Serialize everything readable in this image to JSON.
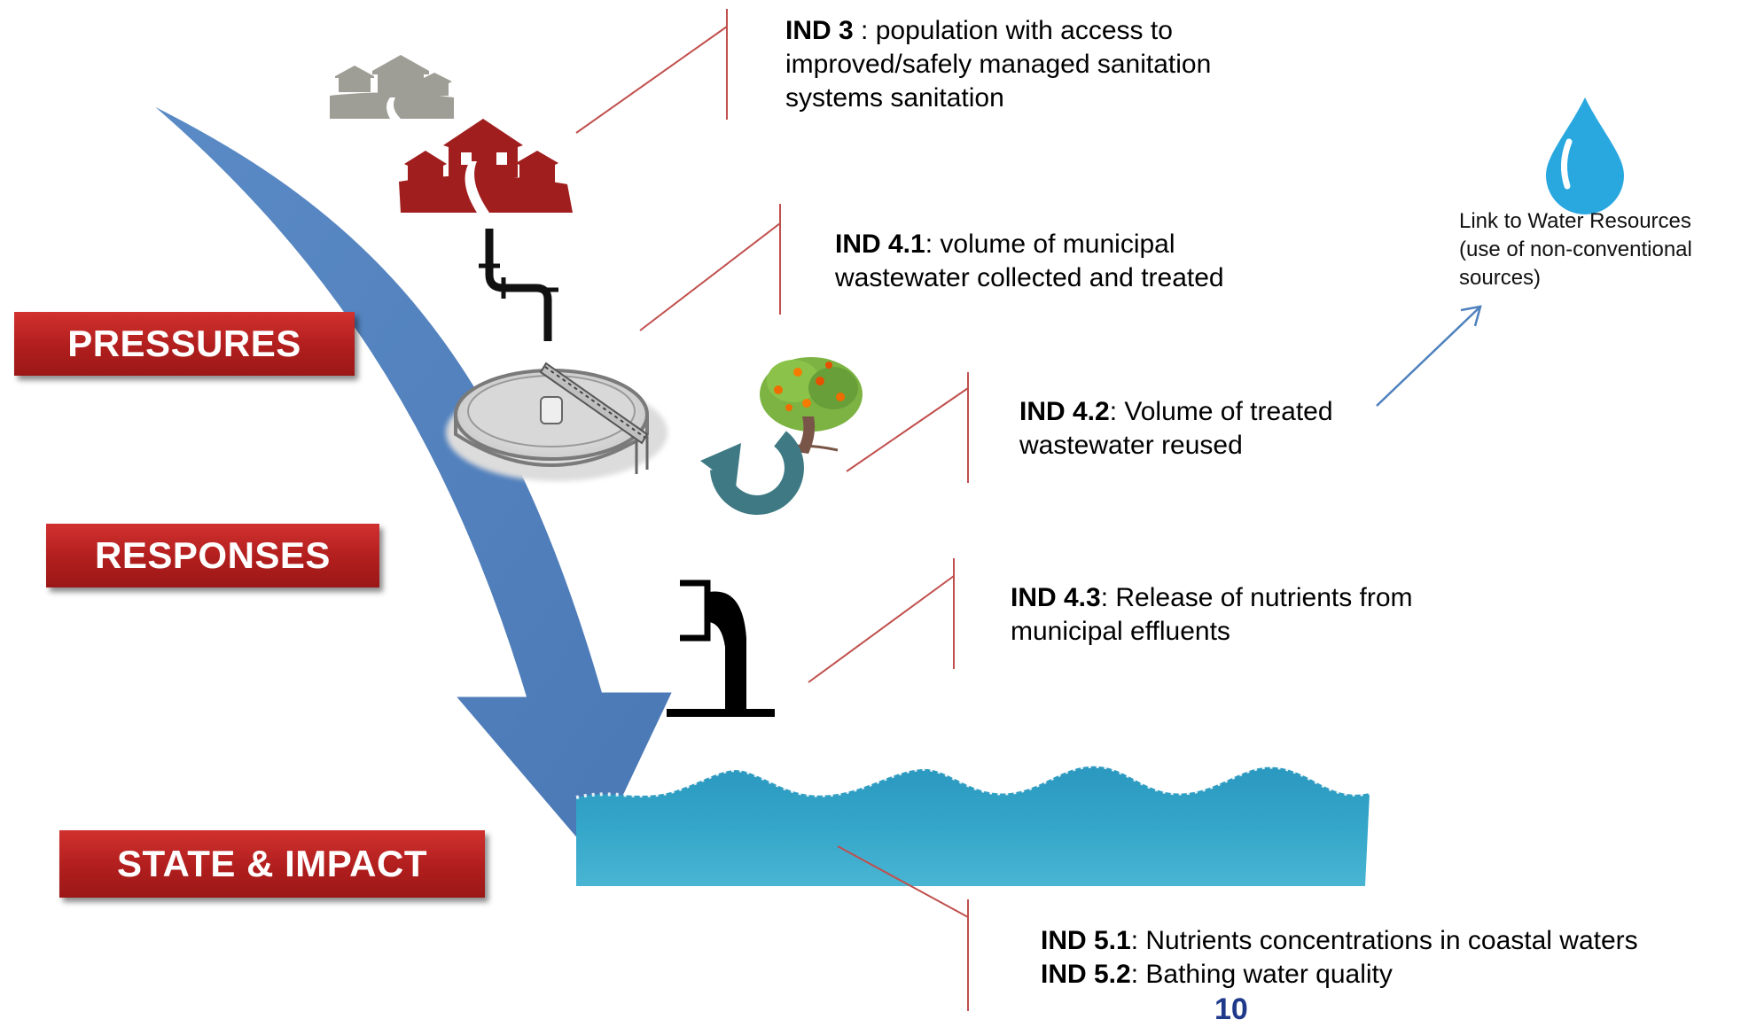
{
  "stages": {
    "pressures": "PRESSURES",
    "responses": "RESPONSES",
    "state_impact": "STATE & IMPACT"
  },
  "indicators": [
    {
      "code": "IND 3",
      "sep": " : ",
      "line1": "population with access to",
      "line2": "improved/safely managed sanitation",
      "line3": "systems sanitation"
    },
    {
      "code": "IND 4.1",
      "sep": ": ",
      "line1": "volume of municipal",
      "line2": "wastewater collected and treated"
    },
    {
      "code": "IND 4.2",
      "sep": ": ",
      "line1": "Volume of treated",
      "line2": "wastewater reused"
    },
    {
      "code": "IND 4.3",
      "sep": ": ",
      "line1": "Release of nutrients from",
      "line2": "municipal effluents"
    },
    {
      "code": "IND 5.1",
      "sep": ": ",
      "line1": "Nutrients concentrations in coastal waters"
    },
    {
      "code": "IND 5.2",
      "sep": ": ",
      "line1": "Bathing water quality"
    }
  ],
  "link": {
    "line1": "Link to Water Resources",
    "line2": "(use of non-conventional",
    "line3": "sources)"
  },
  "slide_number": "10",
  "colors": {
    "stage_red": "#b52221",
    "arrow_blue": "#4f81bd",
    "leader_red": "#c0504d",
    "water": "#35a7c7",
    "house_red": "#a01e1e",
    "house_gray": "#9e9e96",
    "drop_blue": "#29a8e0",
    "recycle_teal": "#3f7a84",
    "link_arrow": "#4f81bd"
  }
}
